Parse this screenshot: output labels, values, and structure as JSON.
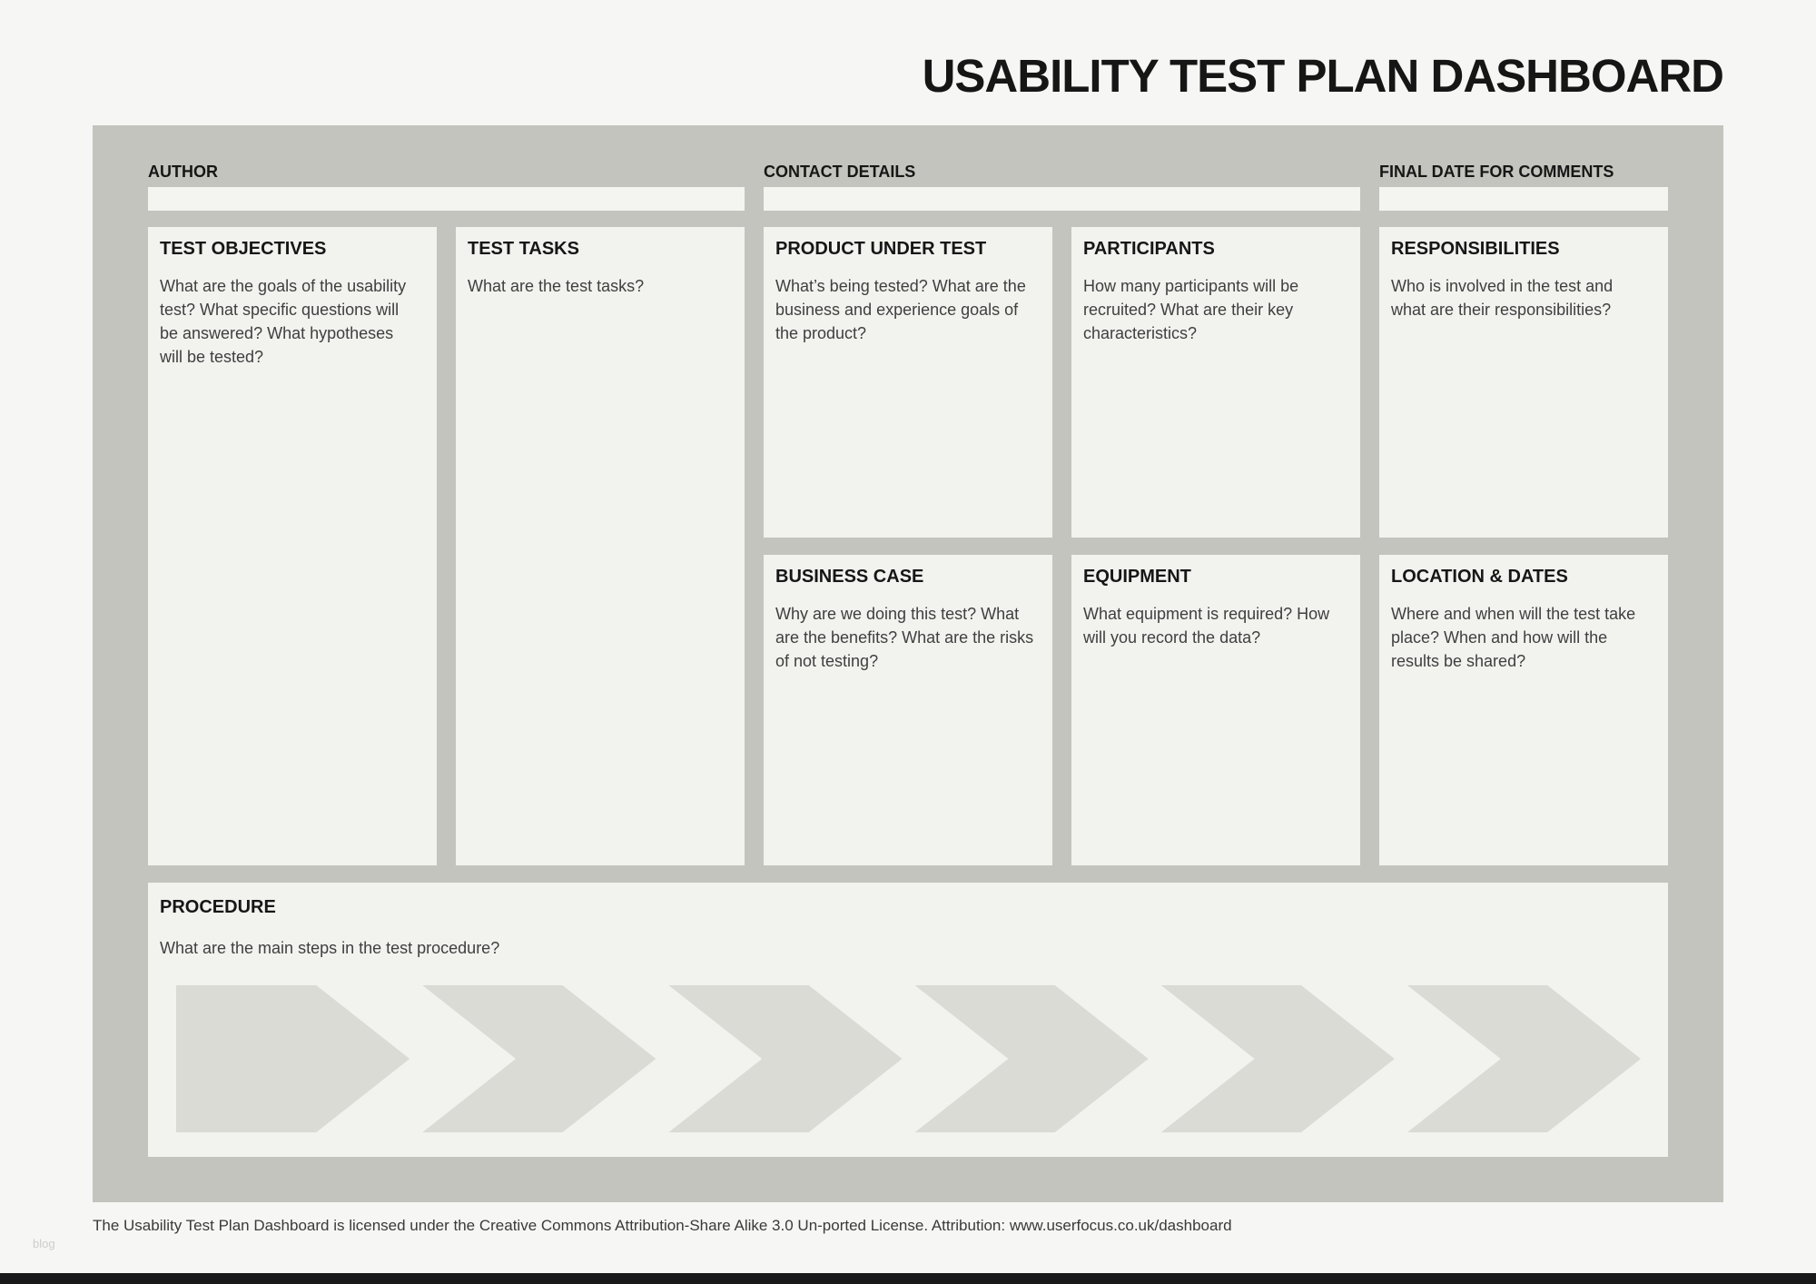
{
  "title": "USABILITY TEST PLAN DASHBOARD",
  "fields": {
    "author": {
      "label": "AUTHOR",
      "value": ""
    },
    "contact": {
      "label": "CONTACT DETAILS",
      "value": ""
    },
    "final_date": {
      "label": "FINAL DATE FOR COMMENTS",
      "value": ""
    }
  },
  "cards": {
    "product_under_test": {
      "heading": "PRODUCT UNDER TEST",
      "body": "What’s being tested? What are the business and experience goals of the product?"
    },
    "test_objectives": {
      "heading": "TEST OBJECTIVES",
      "body": "What are the goals of the usability test? What specific questions will be answered? What hypotheses will be tested?"
    },
    "participants": {
      "heading": "PARTICIPANTS",
      "body": "How many participants will be recruited? What are their key characteristics?"
    },
    "test_tasks": {
      "heading": "TEST TASKS",
      "body": "What are the test tasks?"
    },
    "responsibilities": {
      "heading": "RESPONSIBILITIES",
      "body": "Who is involved in the test and what are their responsibilities?"
    },
    "business_case": {
      "heading": "BUSINESS CASE",
      "body": "Why are we doing this test? What are the benefits? What are the risks of not testing?"
    },
    "equipment": {
      "heading": "EQUIPMENT",
      "body": "What equipment is required? How will you record the data?"
    },
    "location_dates": {
      "heading": "LOCATION & DATES",
      "body": "Where and when will the test take place? When and how will the results be shared?"
    },
    "procedure": {
      "heading": "PROCEDURE",
      "body": "What are the main steps in the test procedure?",
      "steps_count": 6
    }
  },
  "footer": {
    "license": "The Usability Test Plan Dashboard is licensed under the Creative Commons Attribution-Share Alike 3.0 Un-ported License. Attribution: www.userfocus.co.uk/dashboard",
    "watermark": "blog"
  },
  "colors": {
    "board_bg": "#c3c4bd",
    "card_bg": "#f2f2ef",
    "arrow": "#dbdbd6",
    "page_bg": "#f6f6f4",
    "bottom_bar": "#191919"
  }
}
